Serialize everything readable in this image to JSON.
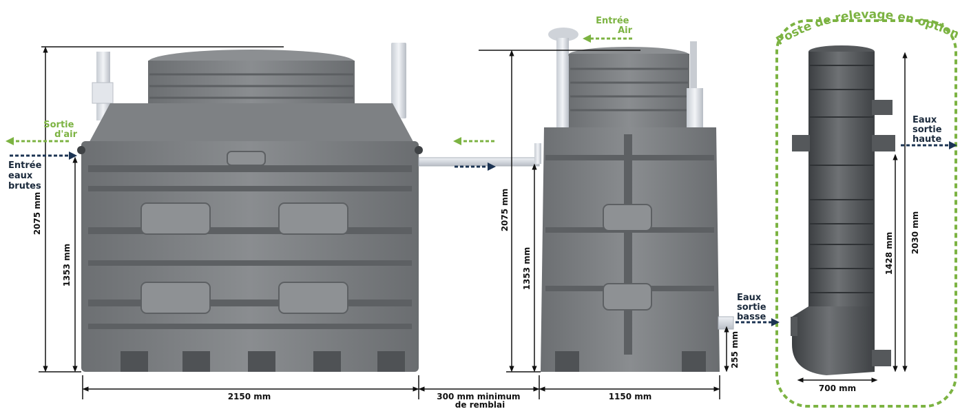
{
  "colors": {
    "tank_body": "#7b7e81",
    "tank_dark": "#5a5d60",
    "tank_light": "#9a9da0",
    "pipe": "#d9dde3",
    "air_arrow": "#7cb342",
    "water_arrow": "#1c3453",
    "text_dark": "#1b2a3c",
    "green_text": "#7cb342"
  },
  "labels": {
    "entree_eaux_brutes": [
      "Entrée",
      "eaux",
      "brutes"
    ],
    "sortie_air": [
      "Sortie",
      "d'air"
    ],
    "entree_air": [
      "Entrée",
      "Air"
    ],
    "eaux_sortie_haute": [
      "Eaux",
      "sortie",
      "haute"
    ],
    "eaux_sortie_basse": [
      "Eaux",
      "sortie",
      "basse"
    ],
    "option_title": "Poste de relevage en option"
  },
  "dimensions": {
    "tank1_height": "2075 mm",
    "tank1_inlet_height": "1353 mm",
    "tank1_width": "2150 mm",
    "gap": [
      "300 mm minimum",
      "de remblai"
    ],
    "tank2_height": "2075 mm",
    "tank2_inlet_height": "1353 mm",
    "tank2_width": "1150 mm",
    "tank2_outlet_height": "255 mm",
    "pump_height": "2030 mm",
    "pump_outlet_height": "1428 mm",
    "pump_width": "700 mm"
  }
}
